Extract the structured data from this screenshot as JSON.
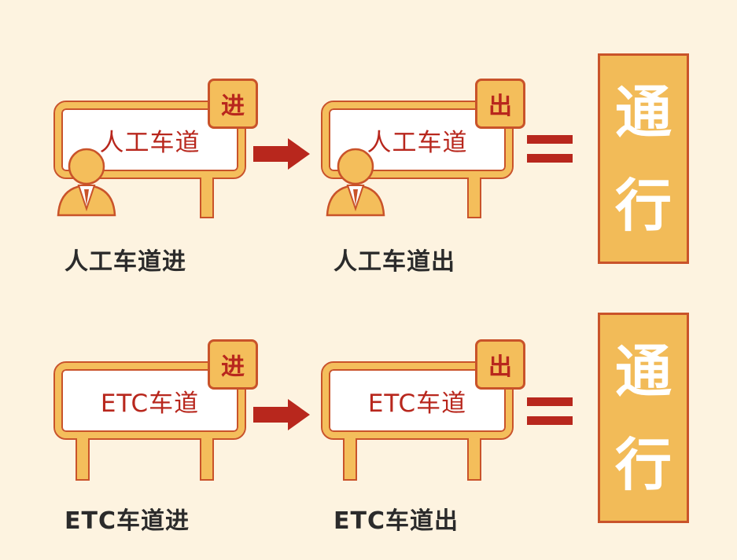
{
  "colors": {
    "background": "#fdf3e0",
    "accent_red": "#b8271d",
    "sign_gold": "#f4be5b",
    "outline": "#c9532a"
  },
  "rows": [
    {
      "entry_sign": "人工车道",
      "entry_badge": "进",
      "entry_caption": "人工车道进",
      "exit_sign": "人工车道",
      "exit_badge": "出",
      "exit_caption": "人工车道出",
      "result": [
        "通",
        "行"
      ]
    },
    {
      "entry_sign": "ETC车道",
      "entry_badge": "进",
      "entry_caption": "ETC车道进",
      "exit_sign": "ETC车道",
      "exit_badge": "出",
      "exit_caption": "ETC车道出",
      "result": [
        "通",
        "行"
      ]
    }
  ]
}
